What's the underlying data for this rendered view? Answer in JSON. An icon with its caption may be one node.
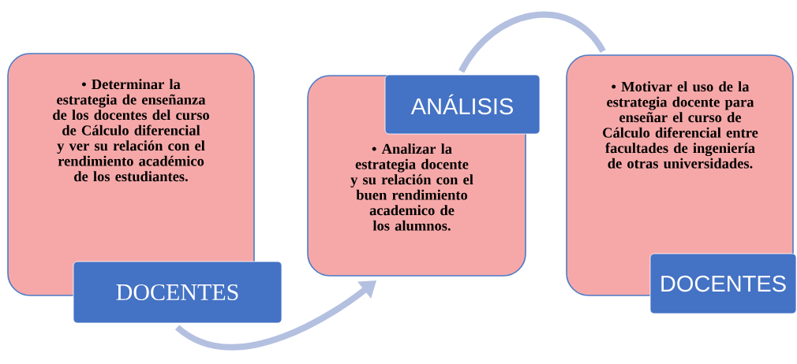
{
  "diagram": {
    "nodes": [
      {
        "text": [
          "• Determinar la estrategia de enseñanza de los docentes  del curso de Cálculo diferencial y ver su relación con el rendimiento académico de los estudiantes."
        ]
      },
      {
        "text": [
          "DOCENTES"
        ]
      },
      {
        "text": [
          "• Analizar la estrategia docente y su relación con el buen rendimiento academico de los alumnos."
        ]
      },
      {
        "text": [
          "ANÁLISIS"
        ]
      },
      {
        "text": [
          "• Motivar  el uso de la  estrategia docente para enseñar el curso de Cálculo diferencial entre facultades de ingeniería de otras universidades."
        ]
      },
      {
        "text": [
          "DOCENTES"
        ]
      }
    ],
    "edges": [
      {
        "from": 1,
        "to": 2,
        "arrow": "to"
      },
      {
        "from": 3,
        "to": 4,
        "arrow": "none"
      }
    ]
  }
}
